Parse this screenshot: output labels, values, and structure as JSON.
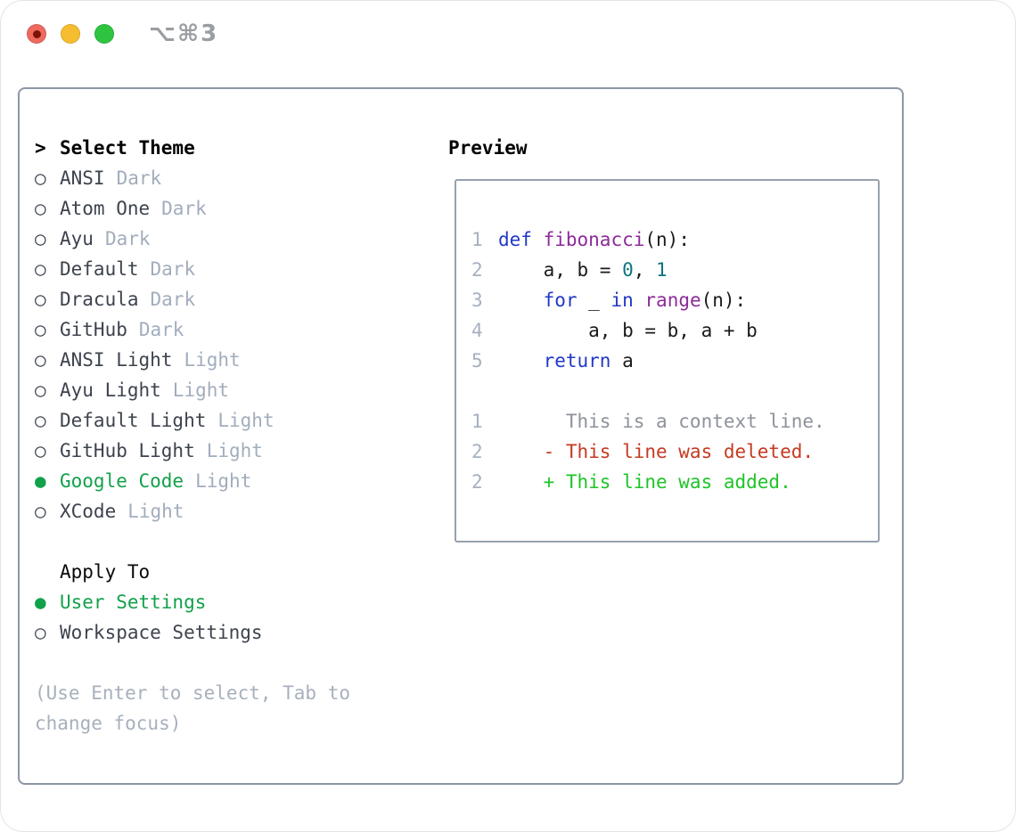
{
  "window": {
    "shortcut": "⌥⌘3"
  },
  "theme_panel": {
    "title": "Select Theme",
    "title_prefix": ">",
    "marker_unselected": "○",
    "marker_selected": "●",
    "themes": [
      {
        "name": "ANSI",
        "tag": "Dark",
        "selected": false
      },
      {
        "name": "Atom One",
        "tag": "Dark",
        "selected": false
      },
      {
        "name": "Ayu",
        "tag": "Dark",
        "selected": false
      },
      {
        "name": "Default",
        "tag": "Dark",
        "selected": false
      },
      {
        "name": "Dracula",
        "tag": "Dark",
        "selected": false
      },
      {
        "name": "GitHub",
        "tag": "Dark",
        "selected": false
      },
      {
        "name": "ANSI Light",
        "tag": "Light",
        "selected": false
      },
      {
        "name": "Ayu Light",
        "tag": "Light",
        "selected": false
      },
      {
        "name": "Default Light",
        "tag": "Light",
        "selected": false
      },
      {
        "name": "GitHub Light",
        "tag": "Light",
        "selected": false
      },
      {
        "name": "Google Code",
        "tag": "Light",
        "selected": true
      },
      {
        "name": "XCode",
        "tag": "Light",
        "selected": false
      }
    ],
    "apply_to": {
      "title": "Apply To",
      "options": [
        {
          "label": "User Settings",
          "selected": true
        },
        {
          "label": "Workspace Settings",
          "selected": false
        }
      ]
    },
    "help_lines": [
      "(Use Enter to select, Tab to",
      "change focus)"
    ]
  },
  "preview": {
    "title": "Preview",
    "code_lines": [
      {
        "num": "1",
        "tokens": [
          {
            "text": "def",
            "type": "keyword"
          },
          {
            "text": " ",
            "type": "plain"
          },
          {
            "text": "fibonacci",
            "type": "function"
          },
          {
            "text": "(n):",
            "type": "plain"
          }
        ]
      },
      {
        "num": "2",
        "tokens": [
          {
            "text": "    a, b = ",
            "type": "plain"
          },
          {
            "text": "0",
            "type": "number"
          },
          {
            "text": ", ",
            "type": "plain"
          },
          {
            "text": "1",
            "type": "number"
          }
        ]
      },
      {
        "num": "3",
        "tokens": [
          {
            "text": "    ",
            "type": "plain"
          },
          {
            "text": "for",
            "type": "keyword"
          },
          {
            "text": " _ ",
            "type": "plain"
          },
          {
            "text": "in",
            "type": "keyword"
          },
          {
            "text": " ",
            "type": "plain"
          },
          {
            "text": "range",
            "type": "function"
          },
          {
            "text": "(n):",
            "type": "plain"
          }
        ]
      },
      {
        "num": "4",
        "tokens": [
          {
            "text": "        a, b = b, a + b",
            "type": "plain"
          }
        ]
      },
      {
        "num": "5",
        "tokens": [
          {
            "text": "    ",
            "type": "plain"
          },
          {
            "text": "return",
            "type": "keyword"
          },
          {
            "text": " a",
            "type": "plain"
          }
        ]
      }
    ],
    "diff_lines": [
      {
        "num": "1",
        "kind": "context",
        "text": "      This is a context line."
      },
      {
        "num": "2",
        "kind": "deleted",
        "text": "    - This line was deleted."
      },
      {
        "num": "2",
        "kind": "added",
        "text": "    + This line was added."
      }
    ]
  },
  "colors": {
    "accent_green": "#12a14b",
    "added_green": "#1ec427",
    "deleted_red": "#c63a22",
    "context_gray": "#8d929b",
    "keyword_blue": "#2138c7",
    "function_purple": "#8e2a9b",
    "number_teal": "#0d7480",
    "code_plain": "#1a1a1a",
    "line_number_gray": "#a6b0bf",
    "tag_gray": "#a2adbd",
    "help_gray": "#a7b0bd",
    "text_dark": "#3d434e",
    "panel_border": "#8c96a5",
    "box_border": "#97a1ae",
    "shortcut_gray": "#9a9da1",
    "tl_red": "#ee6a5f",
    "tl_red_dot": "#7a1407",
    "tl_yellow": "#f7bd30",
    "tl_green": "#2ec440"
  }
}
